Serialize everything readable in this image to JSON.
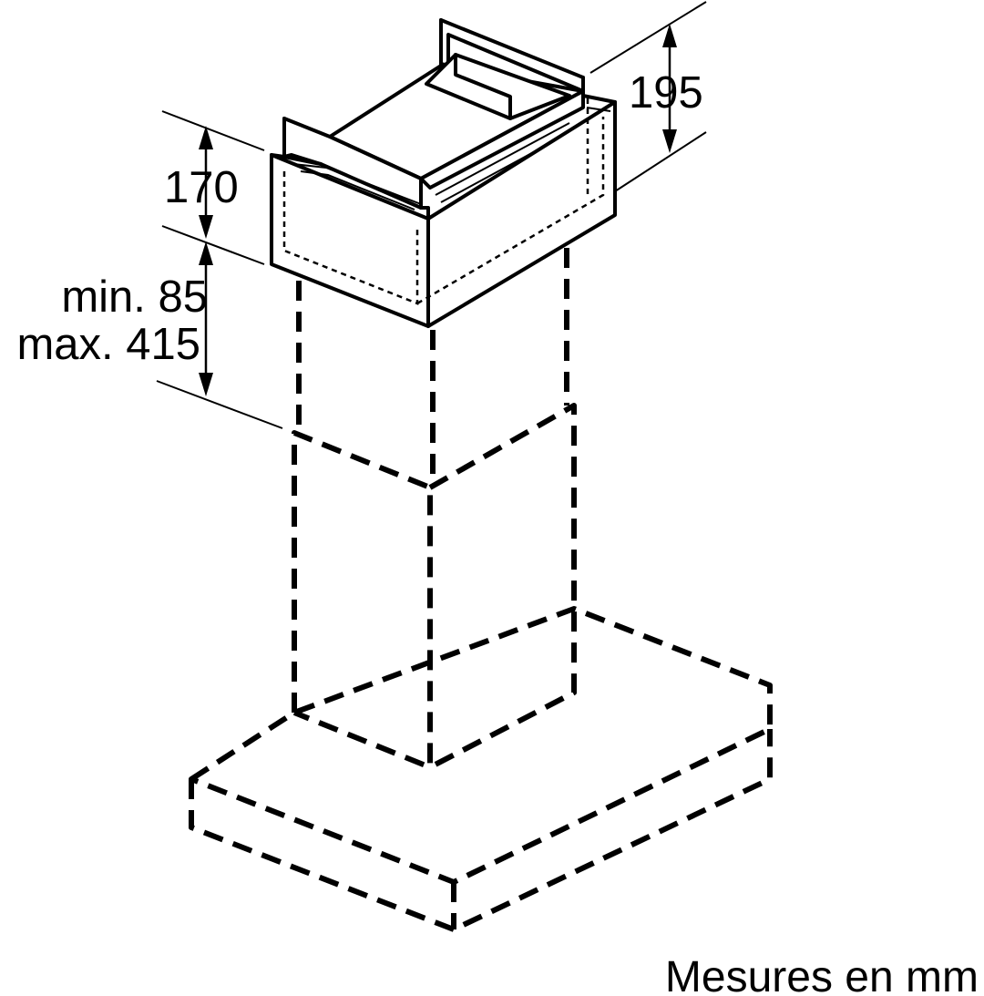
{
  "dimensions": {
    "module_height": "195",
    "box_height": "170",
    "gap_min": "min. 85",
    "gap_max": "max. 415"
  },
  "caption": "Mesures en mm",
  "colors": {
    "line": "#000000",
    "background": "#ffffff"
  }
}
